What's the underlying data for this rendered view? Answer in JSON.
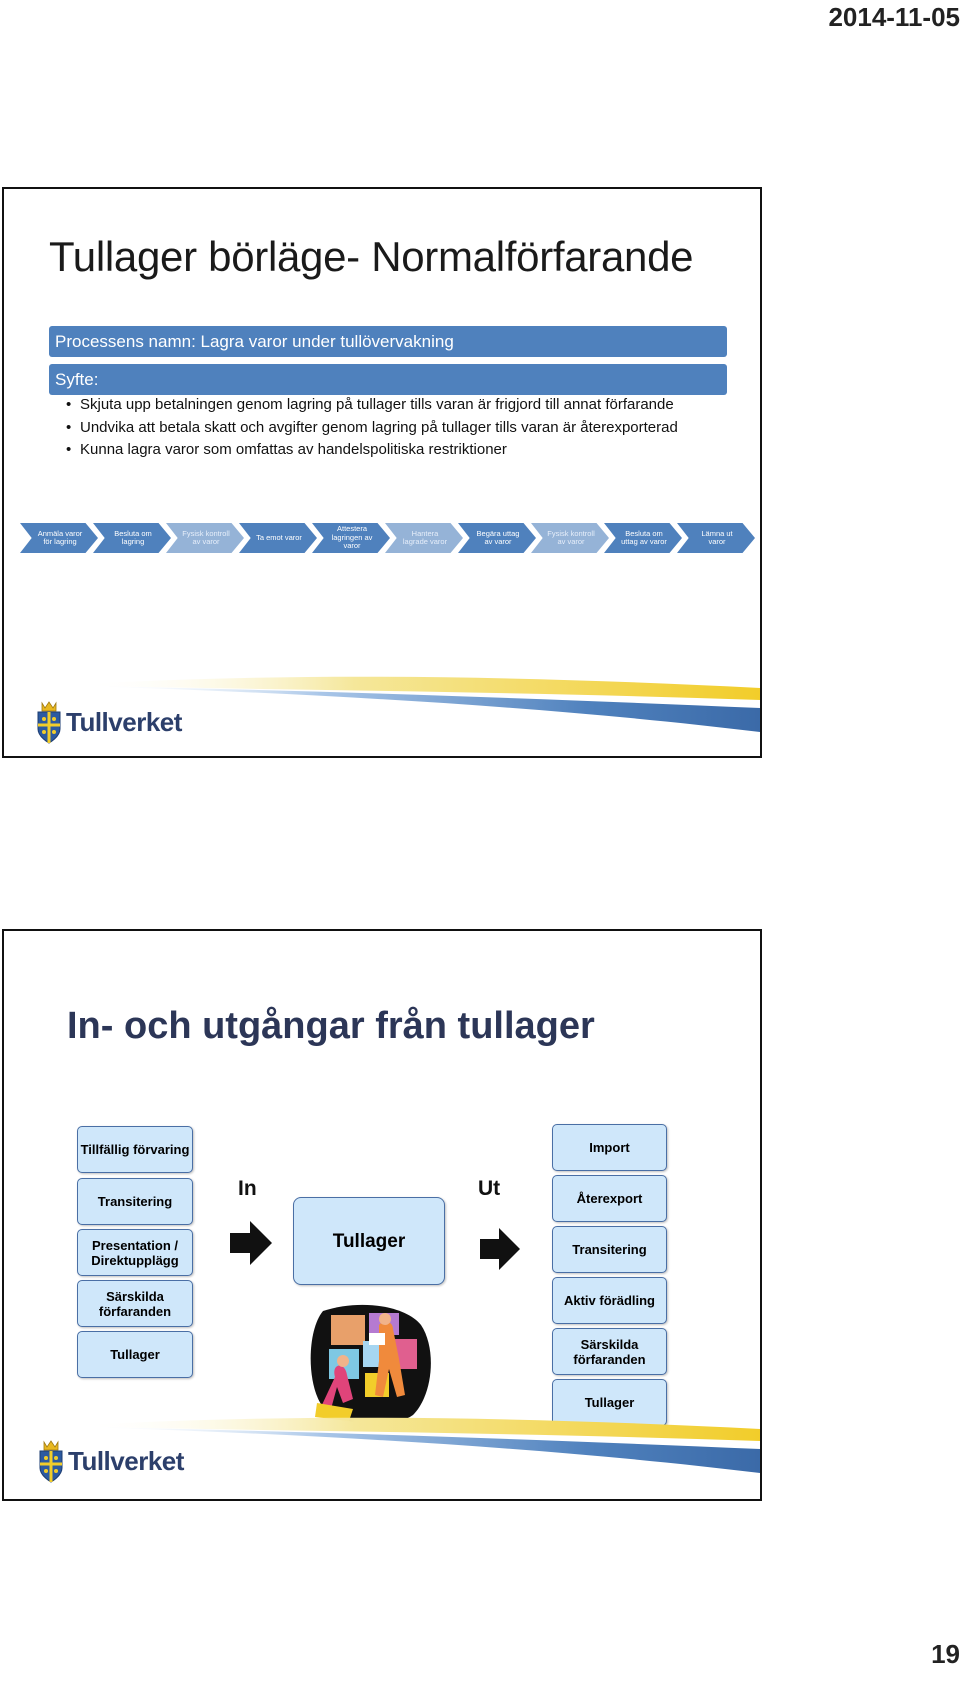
{
  "page": {
    "date": "2014-11-05",
    "number": "19"
  },
  "slide1": {
    "title": "Tullager börläge- Normalförfarande",
    "process_bar": "Processens namn: Lagra varor under tullövervakning",
    "purpose_bar": "Syfte:",
    "bullets": [
      "Skjuta upp betalningen genom lagring på tullager tills varan är frigjord till annat förfarande",
      "Undvika att betala skatt och avgifter genom lagring på tullager tills varan är återexporterad",
      "Kunna lagra varor som omfattas av handelspolitiska restriktioner"
    ],
    "steps": [
      {
        "label": "Anmäla varor för lagring",
        "shade": "dark"
      },
      {
        "label": "Besluta om lagring",
        "shade": "dark"
      },
      {
        "label": "Fysisk kontroll av varor",
        "shade": "light"
      },
      {
        "label": "Ta emot varor",
        "shade": "dark"
      },
      {
        "label": "Attestera lagringen av varor",
        "shade": "dark"
      },
      {
        "label": "Hantera lagrade varor",
        "shade": "light"
      },
      {
        "label": "Begära uttag av varor",
        "shade": "dark"
      },
      {
        "label": "Fysisk kontroll av varor",
        "shade": "light"
      },
      {
        "label": "Besluta om uttag av varor",
        "shade": "dark"
      },
      {
        "label": "Lämna ut varor",
        "shade": "dark"
      }
    ],
    "logo_text": "Tullverket"
  },
  "slide2": {
    "title": "In- och utgångar från tullager",
    "in_label": "In",
    "out_label": "Ut",
    "center": "Tullager",
    "inputs": [
      "Tillfällig förvaring",
      "Transitering",
      "Presentation / Direktupplägg",
      "Särskilda förfaranden",
      "Tullager"
    ],
    "outputs": [
      "Import",
      "Återexport",
      "Transitering",
      "Aktiv förädling",
      "Särskilda förfaranden",
      "Tullager"
    ],
    "logo_text": "Tullverket"
  },
  "colors": {
    "accent_blue": "#4f81bd",
    "light_blue": "#95b3d7",
    "box_fill": "#cfe7fa",
    "logo_navy": "#2c3f6b"
  },
  "icons": [
    "tullverket-crest-icon",
    "right-arrow-icon",
    "warehouse-workers-clipart"
  ]
}
